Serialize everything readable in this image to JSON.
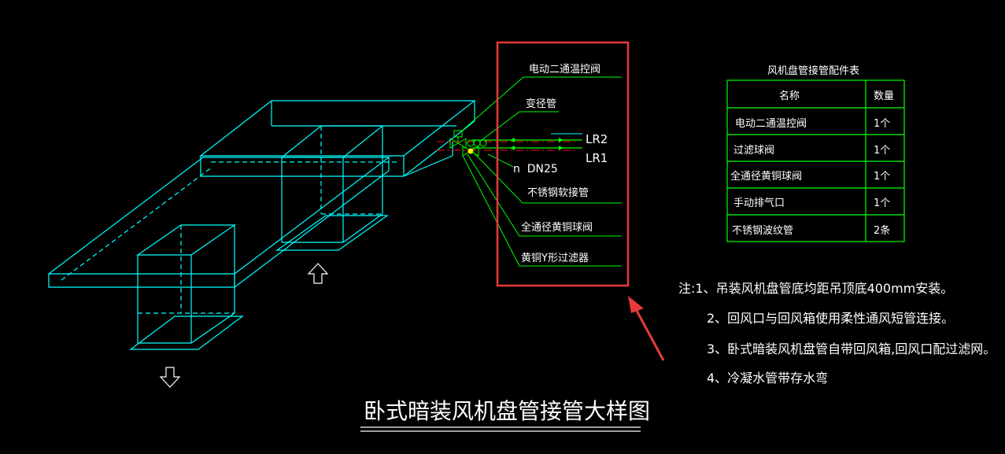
{
  "colors": {
    "background": "#000000",
    "cyan": "#00ffff",
    "green": "#00ff00",
    "white": "#ffffff",
    "red": "#ff0000",
    "highlight": "#e83a3a",
    "yellow": "#ffff00"
  },
  "labels": {
    "valve_electric": "电动二通温控阀",
    "reducer": "变径管",
    "lr2": "LR2",
    "lr1": "LR1",
    "dn25": "n  DN25",
    "ss_flex_hose": "不锈钢软接管",
    "ball_valve": "全通径黄铜球阀",
    "y_filter": "黄铜Y形过滤器"
  },
  "table": {
    "title": "风机盘管接管配件表",
    "headers": [
      "名称",
      "数量"
    ],
    "rows": [
      {
        "name": "电动二通温控阀",
        "qty": "1个"
      },
      {
        "name": "过滤球阀",
        "qty": "1个"
      },
      {
        "name": "全通径黄铜球阀",
        "qty": "1个"
      },
      {
        "name": "手动排气口",
        "qty": "1个"
      },
      {
        "name": "不锈钢波纹管",
        "qty": "2条"
      }
    ]
  },
  "notes": [
    "注:1、吊装风机盘管底均距吊顶底400mm安装。",
    "2、回风口与回风箱使用柔性通风短管连接。",
    "3、卧式暗装风机盘管自带回风箱,回风口配过滤网。",
    "4、冷凝水管带存水弯"
  ],
  "drawing_title": "卧式暗装风机盘管接管大样图",
  "icons": {
    "up_arrow": "hollow-up-arrow-icon",
    "down_arrow": "hollow-down-arrow-icon",
    "pointer_arrow": "red-pointer-arrow-icon"
  }
}
